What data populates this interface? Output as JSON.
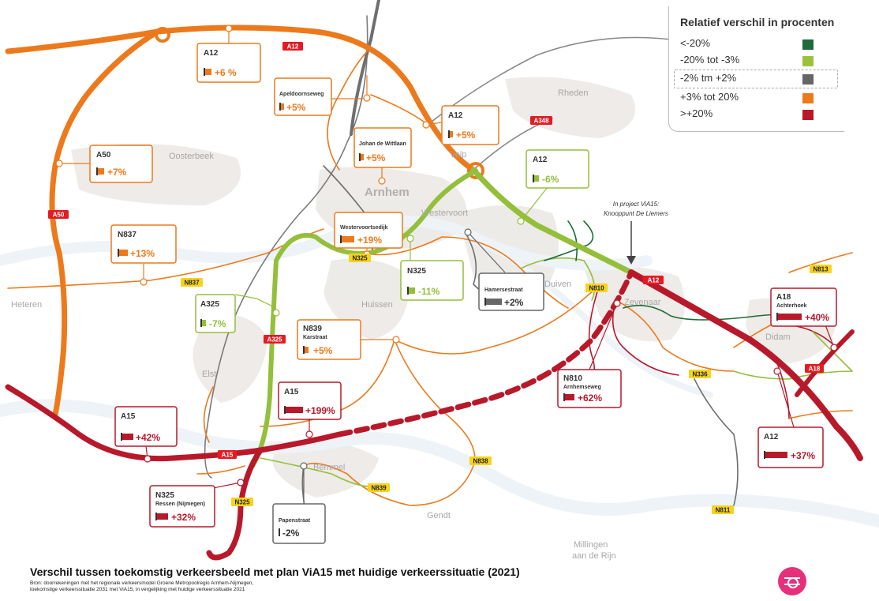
{
  "legend": {
    "title": "Relatief verschil in procenten",
    "items": [
      {
        "label": "<-20%",
        "color": "#1f6b3a"
      },
      {
        "label": "-20% tot -3%",
        "color": "#9dc23a"
      },
      {
        "label": "-2% tm +2%",
        "color": "#666666"
      },
      {
        "label": "+3% tot 20%",
        "color": "#ec7a1c"
      },
      {
        "label": ">+20%",
        "color": "#b8192a"
      }
    ]
  },
  "colors": {
    "red": "#b8192a",
    "orange": "#ec7a1c",
    "green": "#93bf3b",
    "darkgreen": "#1f6b3a",
    "grey": "#666666",
    "yellow": "#f6d31d"
  },
  "places": [
    {
      "name": "Oosterbeek"
    },
    {
      "name": "Arnhem"
    },
    {
      "name": "Westervoort"
    },
    {
      "name": "Rheden"
    },
    {
      "name": "Velp"
    },
    {
      "name": "Duiven"
    },
    {
      "name": "Zevenaar"
    },
    {
      "name": "Huissen"
    },
    {
      "name": "Heteren"
    },
    {
      "name": "Elst"
    },
    {
      "name": "Bemmel"
    },
    {
      "name": "Gendt"
    },
    {
      "name": "Didam"
    },
    {
      "name": "Millingen"
    },
    {
      "name": "aan de Rijn"
    }
  ],
  "shields": [
    {
      "text": "A12",
      "style": "red"
    },
    {
      "text": "A50",
      "style": "red"
    },
    {
      "text": "A348",
      "style": "red"
    },
    {
      "text": "N837",
      "style": "yellow"
    },
    {
      "text": "N325",
      "style": "yellow"
    },
    {
      "text": "A325",
      "style": "red"
    },
    {
      "text": "N810",
      "style": "yellow"
    },
    {
      "text": "A12",
      "style": "red"
    },
    {
      "text": "N813",
      "style": "yellow"
    },
    {
      "text": "A18",
      "style": "red"
    },
    {
      "text": "N336",
      "style": "yellow"
    },
    {
      "text": "A15",
      "style": "red"
    },
    {
      "text": "N838",
      "style": "yellow"
    },
    {
      "text": "N839",
      "style": "yellow"
    },
    {
      "text": "N325",
      "style": "yellow"
    },
    {
      "text": "N811",
      "style": "yellow"
    }
  ],
  "labels": [
    {
      "road": "A12",
      "sub": "",
      "value": "+6 %",
      "color": "#ec7a1c"
    },
    {
      "road": "",
      "sub": "Apeldoornseweg",
      "value": "+5%",
      "color": "#ec7a1c"
    },
    {
      "road": "A12",
      "sub": "",
      "value": "+5%",
      "color": "#ec7a1c"
    },
    {
      "road": "",
      "sub": "Johan de Wittlaan",
      "value": "+5%",
      "color": "#ec7a1c"
    },
    {
      "road": "A50",
      "sub": "",
      "value": "+7%",
      "color": "#ec7a1c"
    },
    {
      "road": "A12",
      "sub": "",
      "value": "-6%",
      "color": "#93bf3b"
    },
    {
      "road": "",
      "sub": "Westervoortsedijk",
      "value": "+19%",
      "color": "#ec7a1c"
    },
    {
      "road": "N837",
      "sub": "",
      "value": "+13%",
      "color": "#ec7a1c"
    },
    {
      "road": "N325",
      "sub": "",
      "value": "-11%",
      "color": "#93bf3b"
    },
    {
      "road": "",
      "sub": "Hamersestraat",
      "value": "+2%",
      "color": "#666666"
    },
    {
      "road": "A325",
      "sub": "",
      "value": "-7%",
      "color": "#93bf3b"
    },
    {
      "road": "N839",
      "sub": "Karstraat",
      "value": "+5%",
      "color": "#ec7a1c"
    },
    {
      "road": "A18",
      "sub": "Achterhoek",
      "value": "+40%",
      "color": "#b8192a"
    },
    {
      "road": "N810",
      "sub": "Arnhemseweg",
      "value": "+62%",
      "color": "#b8192a"
    },
    {
      "road": "A15",
      "sub": "",
      "value": "+199%",
      "color": "#b8192a"
    },
    {
      "road": "A15",
      "sub": "",
      "value": "+42%",
      "color": "#b8192a"
    },
    {
      "road": "A12",
      "sub": "",
      "value": "+37%",
      "color": "#b8192a"
    },
    {
      "road": "N325",
      "sub": "Ressen (Nijmegen)",
      "value": "+32%",
      "color": "#b8192a"
    },
    {
      "road": "",
      "sub": "Papenstraat",
      "value": "-2%",
      "color": "#666666"
    }
  ],
  "annotation": {
    "line1": "In project ViA15:",
    "line2": "Knooppunt De Liemers"
  },
  "footer": {
    "title": "Verschil tussen toekomstig verkeersbeeld met plan ViA15 met huidige verkeerssituatie (2021)",
    "source_line1": "Bron: doorrekeningen met het regionale verkeersmodel Groene Metropoolregio Arnhem-Nijmegen,",
    "source_line2": "toekomstige verkeerssituatie 2031 met ViA15, in vergelijking met huidige verkeerssituatie 2021"
  }
}
